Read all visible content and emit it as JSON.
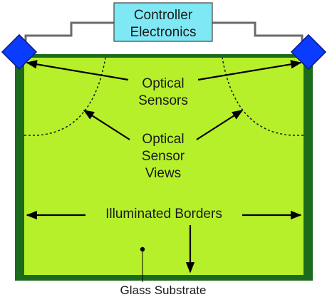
{
  "controller": {
    "line1": "Controller",
    "line2": "Electronics"
  },
  "labels": {
    "optical_sensors_line1": "Optical",
    "optical_sensors_line2": "Sensors",
    "sensor_views_line1": "Optical",
    "sensor_views_line2": "Sensor",
    "sensor_views_line3": "Views",
    "illuminated_borders": "Illuminated Borders",
    "glass_substrate": "Glass Substrate"
  },
  "colors": {
    "substrate_fill": "#b6f02a",
    "border_green": "#1c6b1c",
    "sensor_blue": "#0a3cff",
    "controller_fill": "#7fe8f5",
    "wire": "#6a6a6a",
    "arrow": "#000000"
  }
}
